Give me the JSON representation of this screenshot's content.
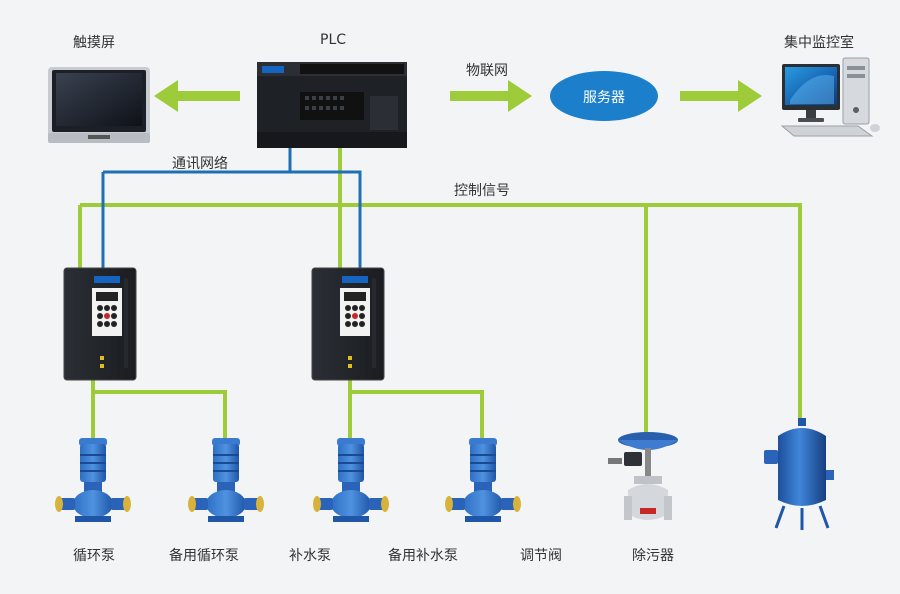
{
  "labels": {
    "touchscreen": "触摸屏",
    "plc": "PLC",
    "iot": "物联网",
    "server": "服务器",
    "central_monitoring": "集中监控室",
    "comm_network": "通讯网络",
    "control_signal": "控制信号"
  },
  "devices": [
    {
      "id": "circulation-pump",
      "label": "循环泵"
    },
    {
      "id": "standby-circulation-pump",
      "label": "备用循环泵"
    },
    {
      "id": "makeup-pump",
      "label": "补水泵"
    },
    {
      "id": "standby-makeup-pump",
      "label": "备用补水泵"
    },
    {
      "id": "control-valve",
      "label": "调节阀"
    },
    {
      "id": "dirt-separator",
      "label": "除污器"
    }
  ],
  "colors": {
    "green_line": "#9dcb3a",
    "blue_line": "#1f6fb5",
    "server_fill": "#1c7fcb",
    "pump_blue": "#1f56a8"
  }
}
